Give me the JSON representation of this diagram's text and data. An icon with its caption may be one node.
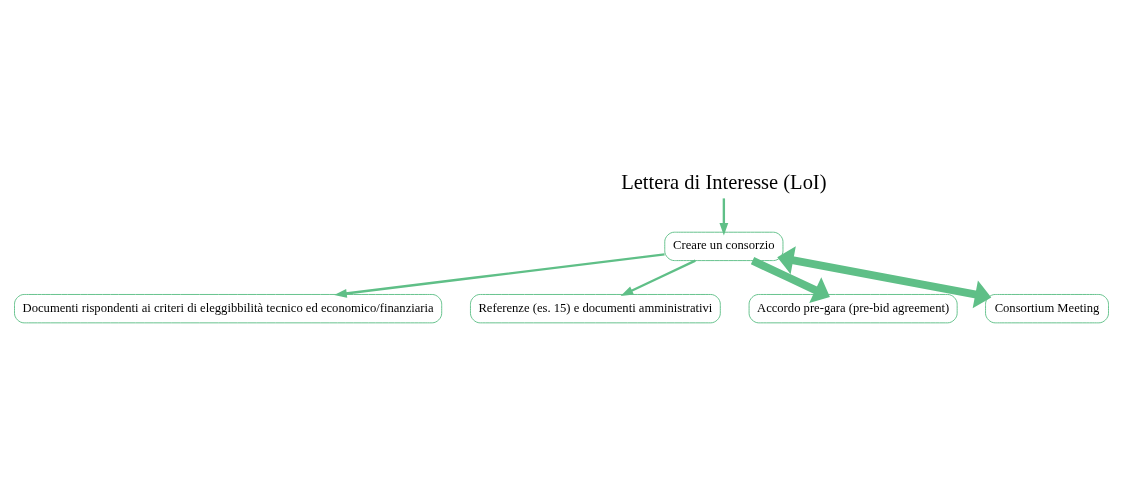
{
  "diagram": {
    "nodes": [
      {
        "text": [
          "Lettera di Interesse (LoI)"
        ]
      },
      {
        "text": [
          "Creare un consorzio"
        ]
      },
      {
        "text": [
          "Documenti rispondenti ai criteri di eleggibbilità tecnico ed economico/finanziaria"
        ]
      },
      {
        "text": [
          "Referenze (es. 15) e documenti amministrativi"
        ]
      },
      {
        "text": [
          "Accordo pre-gara (pre-bid agreement)"
        ]
      },
      {
        "text": [
          "Consortium Meeting"
        ]
      }
    ],
    "edges": [
      {
        "from": 0,
        "to": 1,
        "arrow": "to"
      },
      {
        "from": 1,
        "to": 2,
        "arrow": "to"
      },
      {
        "from": 1,
        "to": 3,
        "arrow": "to"
      },
      {
        "from": 1,
        "to": 4,
        "arrow": "to",
        "style": "thick"
      },
      {
        "from": 1,
        "to": 5,
        "arrow": "both",
        "style": "thick"
      }
    ]
  }
}
